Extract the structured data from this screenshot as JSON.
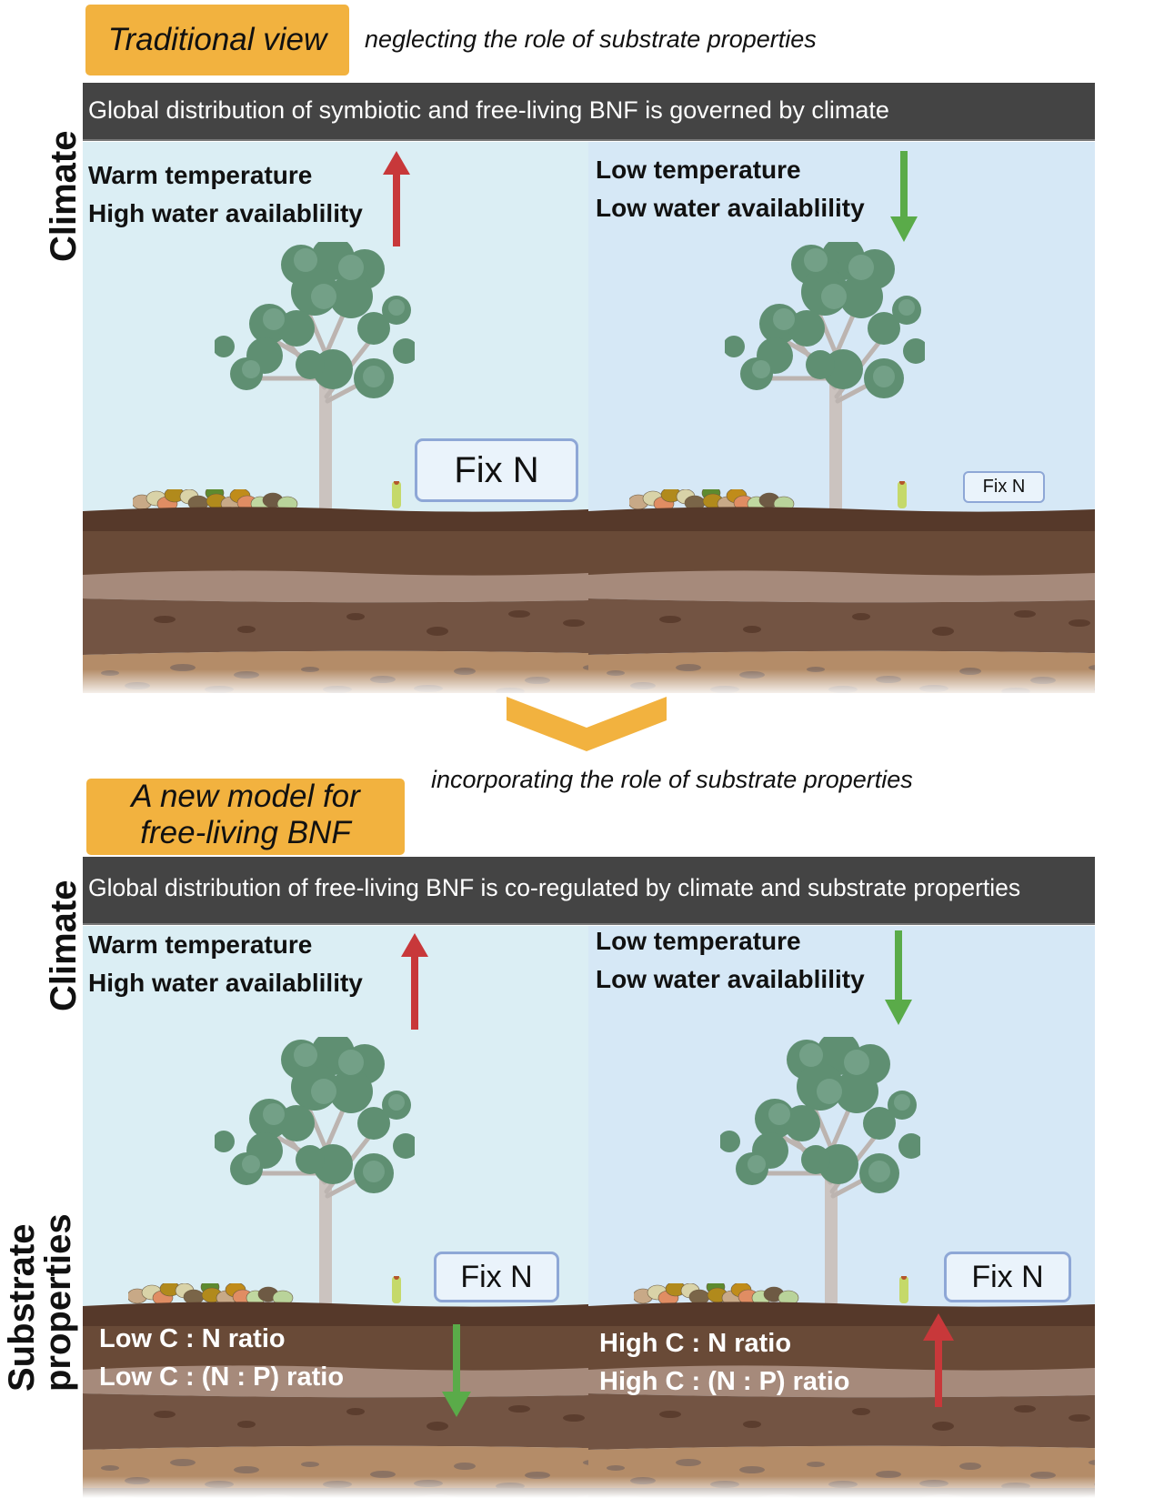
{
  "top": {
    "tag": "Traditional view",
    "subtitle": "neglecting the role of substrate properties",
    "banner": "Global distribution of symbiotic and free-living BNF is governed by climate",
    "side_label_climate": "Climate",
    "left": {
      "lines": [
        "Warm temperature",
        "High water availablility"
      ],
      "climate_arrow": "up",
      "fix_label": "Fix N",
      "fix_size": "large"
    },
    "right": {
      "lines": [
        "Low temperature",
        "Low water availablility"
      ],
      "climate_arrow": "down",
      "fix_label": "Fix N",
      "fix_size": "small"
    }
  },
  "transition_icon": "chevron-down-icon",
  "bottom": {
    "tag_lines": [
      "A new model for",
      "free-living BNF"
    ],
    "subtitle": "incorporating the role of substrate properties",
    "banner": "Global distribution of free-living BNF is co-regulated by climate and substrate properties",
    "side_label_climate": "Climate",
    "side_label_substrate": [
      "Substrate",
      "properties"
    ],
    "left": {
      "lines": [
        "Warm temperature",
        "High water availablility"
      ],
      "climate_arrow": "up",
      "substrate_lines": [
        "Low C : N ratio",
        "Low C : (N : P) ratio"
      ],
      "substrate_arrow": "down",
      "fix_label": "Fix N"
    },
    "right": {
      "lines": [
        "Low temperature",
        "Low water availablility"
      ],
      "climate_arrow": "down",
      "substrate_lines": [
        "High C : N ratio",
        "High C : (N : P) ratio"
      ],
      "substrate_arrow": "up",
      "fix_label": "Fix N"
    }
  },
  "colors": {
    "orange": "#f2b23f",
    "banner": "#444444",
    "arrow_up": "#c8383a",
    "arrow_down": "#5aab49",
    "sky_left": "#dbeef4",
    "sky_right": "#d6e8f6"
  }
}
